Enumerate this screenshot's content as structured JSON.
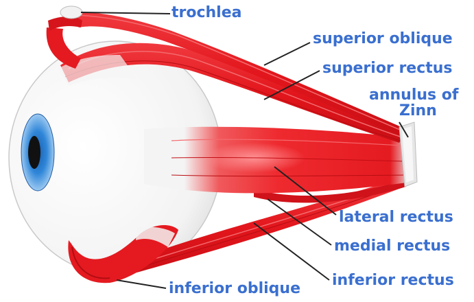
{
  "labels": {
    "trochlea": "trochlea",
    "superior_oblique": "superior oblique",
    "superior_rectus": "superior rectus",
    "annulus_line1": "annulus of",
    "annulus_line2": "Zinn",
    "lateral_rectus": "lateral rectus",
    "medial_rectus": "medial rectus",
    "inferior_rectus": "inferior rectus",
    "inferior_oblique": "inferior oblique"
  },
  "colors": {
    "label_text": "#3a6fcf",
    "muscle_red": "#e8181e",
    "muscle_dark": "#b80f14",
    "tendon_white": "#f2f2f2",
    "iris_blue": "#2f86d8",
    "pupil": "#111111",
    "leader_line": "#222222"
  }
}
